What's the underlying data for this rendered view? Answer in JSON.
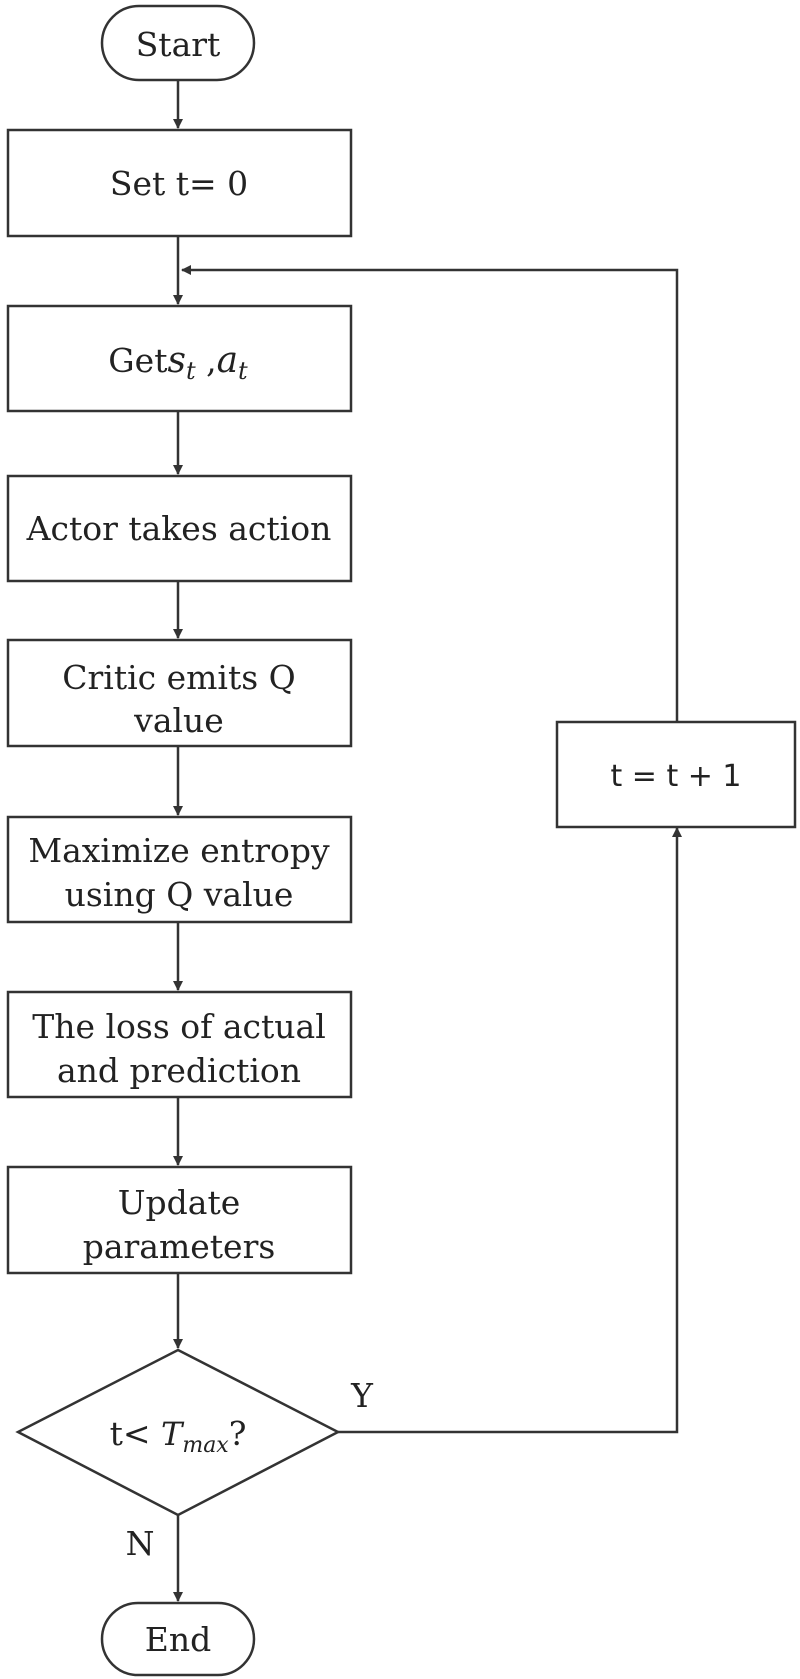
{
  "nodes": {
    "start": "Start",
    "set_t": "Set t= 0",
    "get_prefix": "Get",
    "get_s": "s",
    "get_s_sub": "t",
    "get_comma": " ,",
    "get_a": "a",
    "get_a_sub": "t",
    "actor": "Actor takes action",
    "critic_line1": "Critic emits Q",
    "critic_line2": "value",
    "maximize_line1": "Maximize entropy",
    "maximize_line2": "using Q value",
    "loss_line1": "The loss of actual",
    "loss_line2": "and prediction",
    "update_line1": "Update",
    "update_line2": "parameters",
    "decision_prefix": "t< ",
    "decision_T": "T",
    "decision_sub": "max",
    "decision_suffix": "?",
    "increment": "t = t + 1",
    "end": "End"
  },
  "edges": {
    "yes_label": "Y",
    "no_label": "N"
  }
}
